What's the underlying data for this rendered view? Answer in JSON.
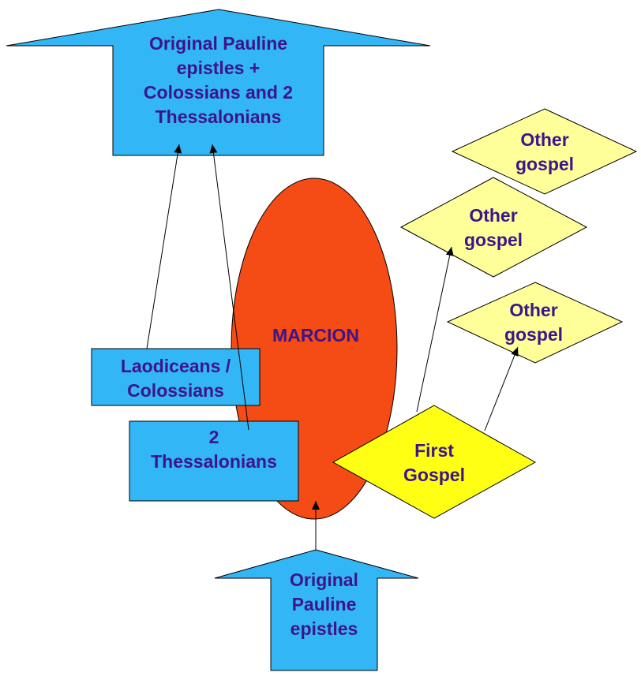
{
  "colors": {
    "arrow_fill": "#33b6f5",
    "box_fill": "#33b6f5",
    "ellipse_fill": "#f54b14",
    "diamond_light": "#ffff99",
    "diamond_bright": "#ffff14",
    "text": "#3d148a",
    "outline": "#000000"
  },
  "shapes": {
    "top_arrow": {
      "label": "Original Pauline\nepistles +\nColossians and 2\nThessalonians"
    },
    "bottom_arrow": {
      "label": "Original\nPauline\nepistles"
    },
    "marcion": {
      "label": "MARCION"
    },
    "laodiceans_box": {
      "label": "Laodiceans /\nColossians"
    },
    "thessalonians_box": {
      "label": "2\nThessalonians"
    },
    "first_gospel": {
      "label": "First\nGospel"
    },
    "other_gospel_top": {
      "label": "Other\ngospel"
    },
    "other_gospel_middle": {
      "label": "Other\ngospel"
    },
    "other_gospel_right": {
      "label": "Other\ngospel"
    }
  }
}
